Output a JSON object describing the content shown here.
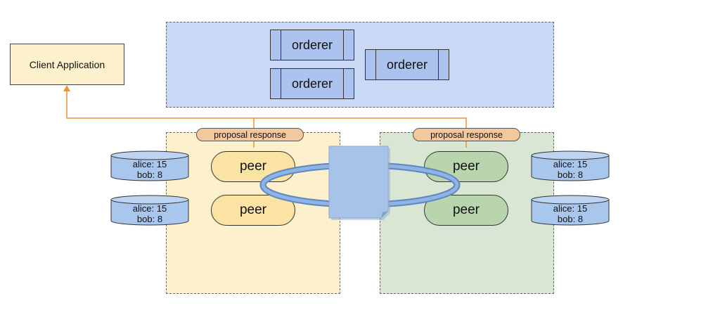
{
  "client": {
    "label": "Client Application"
  },
  "orderers": [
    "orderer",
    "orderer",
    "orderer"
  ],
  "org1": {
    "proposal_label": "proposal response",
    "peers": [
      "peer",
      "peer"
    ],
    "ledgers": [
      {
        "line1": "alice: 15",
        "line2": "bob: 8"
      },
      {
        "line1": "alice: 15",
        "line2": "bob: 8"
      }
    ]
  },
  "org2": {
    "proposal_label": "proposal response",
    "peers": [
      "peer",
      "peer"
    ],
    "ledgers": [
      {
        "line1": "alice: 15",
        "line2": "bob: 8"
      },
      {
        "line1": "alice: 15",
        "line2": "bob: 8"
      }
    ]
  },
  "colors": {
    "orderer_region": "#c9d9f5",
    "org1_region": "#fdf0cc",
    "org2_region": "#d9e6d3",
    "connector": "#e8962e",
    "channel_ring": "#7fa6d9",
    "ledger": "#a9c6ec"
  }
}
